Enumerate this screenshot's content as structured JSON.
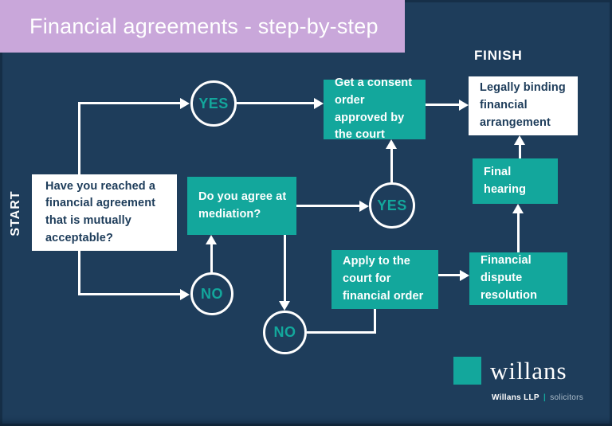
{
  "banner": {
    "title": "Financial agreements - step-by-step"
  },
  "labels": {
    "start": "START",
    "finish": "FINISH"
  },
  "nodes": {
    "question": "Have you reached a financial agreement that is mutually acceptable?",
    "consent_order": "Get a consent order approved by the court",
    "legally_binding": "Legally binding financial arrangement",
    "mediation": "Do you agree at mediation?",
    "apply_court": "Apply to the court for financial order",
    "dispute_resolution": "Financial dispute resolution",
    "final_hearing": "Final hearing"
  },
  "decisions": {
    "yes_top": "YES",
    "yes_mediation": "YES",
    "no_question": "NO",
    "no_mediation": "NO"
  },
  "logo": {
    "brand": "willans",
    "firm": "Willans LLP",
    "separator": "|",
    "descriptor": "solicitors"
  },
  "colors": {
    "background_navy": "#1E3D5B",
    "teal": "#13A79C",
    "banner_purple": "#C9A7DA",
    "box_white": "#FFFFFF",
    "navy_text": "#1D3C5A"
  }
}
